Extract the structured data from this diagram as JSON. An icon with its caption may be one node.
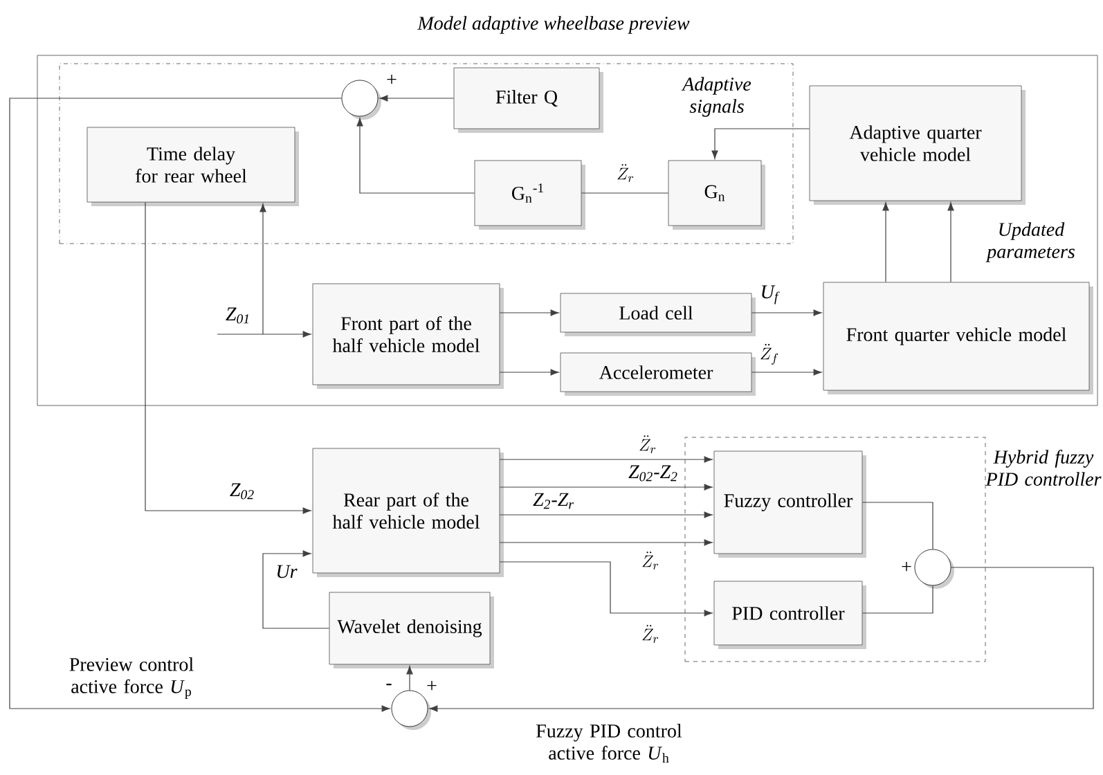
{
  "diagram": {
    "nodes": [
      {
        "text": [
          "Model adaptive wheelbase preview"
        ]
      },
      {
        "text": [],
        "shape": "box",
        "in": 0
      },
      {
        "text": [],
        "shape": "circle",
        "in": 1
      },
      {
        "text": [
          "Filter Q"
        ],
        "in": 1
      },
      {
        "text": [
          "Time delay for rear wheel"
        ],
        "in": 1
      },
      {
        "text": [
          "G$_{n}$$^{-1}$"
        ],
        "in": 1
      },
      {
        "text": [
          "G$_{n}$"
        ],
        "in": 1
      },
      {
        "text": [
          "Adaptive quarter vehicle model"
        ],
        "in": 0
      },
      {
        "text": [
          "Front part of the half vehicle model"
        ],
        "in": 0
      },
      {
        "text": [
          "Load cell"
        ],
        "in": 0
      },
      {
        "text": [
          "Accelerometer"
        ],
        "in": 0
      },
      {
        "text": [
          "Front quarter vehicle model"
        ],
        "in": 0
      },
      {
        "text": [
          "Rear part of the half vehicle model"
        ]
      },
      {
        "text": [
          "Hybrid fuzzy PID controller"
        ]
      },
      {
        "text": [
          "Fuzzy controller"
        ],
        "in": 13
      },
      {
        "text": [
          "PID controller"
        ],
        "in": 13
      },
      {
        "text": [],
        "shape": "circle",
        "in": 13
      },
      {
        "text": [
          "Wavelet denoising"
        ]
      },
      {
        "text": [],
        "shape": "circle"
      }
    ],
    "edges": [
      {
        "from": 3,
        "to": 2,
        "arrow": "to"
      },
      {
        "from": 5,
        "to": 2,
        "arrow": "to"
      },
      {
        "from": 6,
        "to": 5,
        "arrow": "none",
        "label": "\\ddot{Z}_{r}"
      },
      {
        "from": 7,
        "to": 6,
        "arrow": "to",
        "label": "Adaptive signals"
      },
      {
        "from": null,
        "to": 8,
        "arrow": "to",
        "label": "Z$_{01}$"
      },
      {
        "from": null,
        "to": 4,
        "arrow": "to"
      },
      {
        "from": 8,
        "to": 9,
        "arrow": "to"
      },
      {
        "from": 8,
        "to": 10,
        "arrow": "to"
      },
      {
        "from": 9,
        "to": 11,
        "arrow": "to",
        "label": "U$_{f}$"
      },
      {
        "from": 10,
        "to": 11,
        "arrow": "to",
        "label": "\\ddot{Z}_{f}"
      },
      {
        "from": 11,
        "to": 7,
        "arrow": "to"
      },
      {
        "from": 11,
        "to": 7,
        "arrow": "to",
        "label": "Updated parameters"
      },
      {
        "from": 4,
        "to": 12,
        "arrow": "to",
        "label": "Z$_{02}$"
      },
      {
        "from": 2,
        "to": 18,
        "arrow": "to"
      },
      {
        "from": 12,
        "to": 14,
        "arrow": "to",
        "label": "\\ddot{Z}_{r}"
      },
      {
        "from": 12,
        "to": 14,
        "arrow": "to",
        "label": "Z$_{02}$-Z$_{2}$"
      },
      {
        "from": 12,
        "to": 14,
        "arrow": "to",
        "label": "Z$_{2}$-Z$_{r}$"
      },
      {
        "from": 12,
        "to": 14,
        "arrow": "to",
        "label": "\\ddot{Z}_{r}"
      },
      {
        "from": 12,
        "to": 15,
        "arrow": "to",
        "label": "\\ddot{Z}_{r}"
      },
      {
        "from": 14,
        "to": 16,
        "arrow": "none"
      },
      {
        "from": 15,
        "to": 16,
        "arrow": "none"
      },
      {
        "from": 16,
        "to": 18,
        "arrow": "to"
      },
      {
        "from": 18,
        "to": 17,
        "arrow": "to"
      },
      {
        "from": 17,
        "to": 12,
        "arrow": "to",
        "label": "Ur"
      }
    ],
    "labels": [
      "+",
      "+",
      "Preview control active force *U*$_{p}$",
      "-",
      "+",
      "Fuzzy PID control active force *U*$_{h}$"
    ]
  }
}
